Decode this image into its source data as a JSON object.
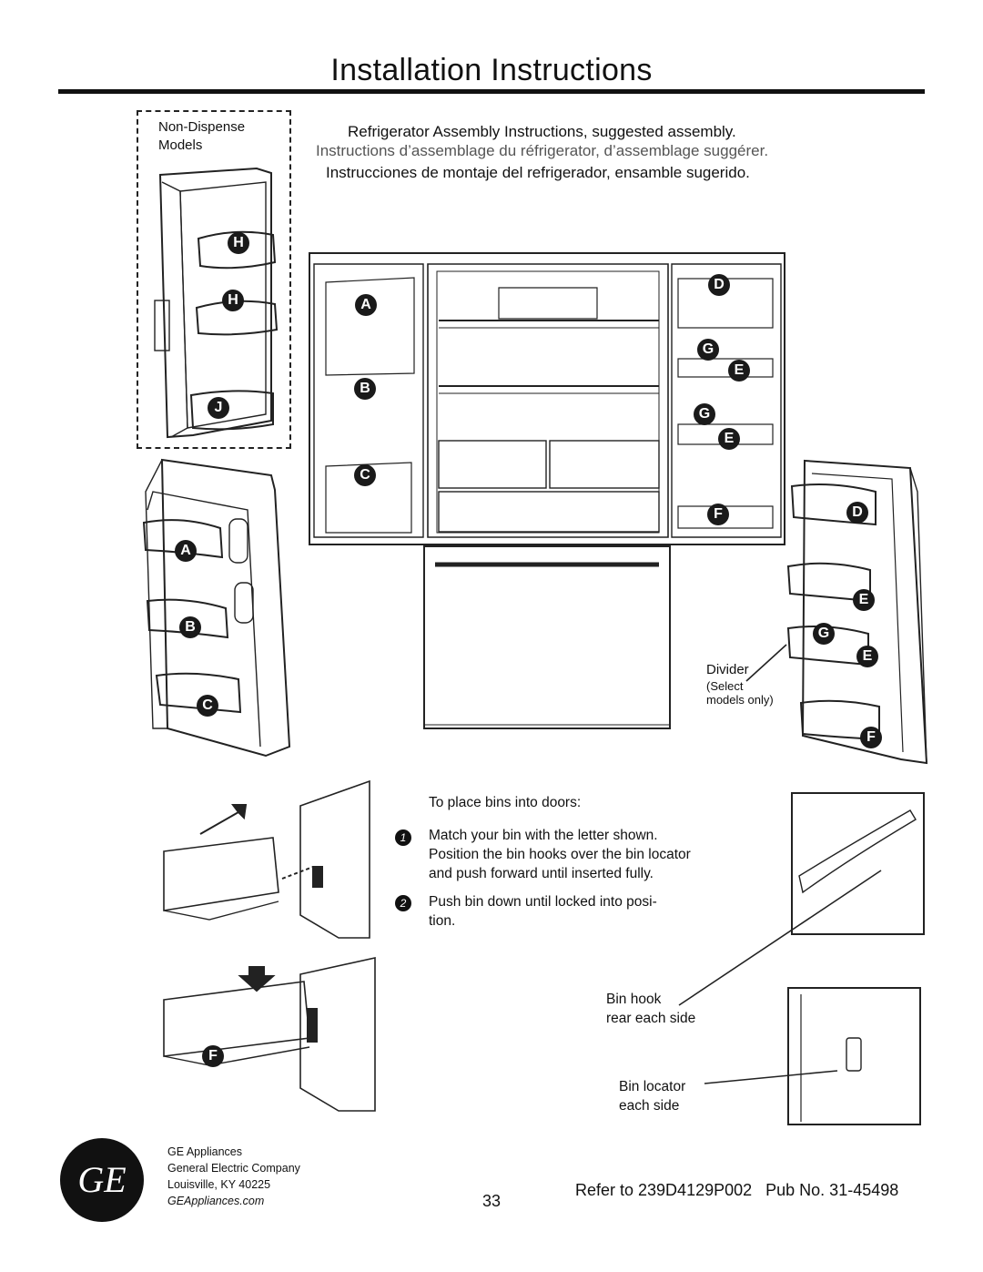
{
  "title": "Installation Instructions",
  "nondispense": {
    "line1": "Non-Dispense",
    "line2": "Models"
  },
  "assembly": {
    "en": "Refrigerator Assembly Instructions, suggested assembly.",
    "fr": "Instructions d’assemblage du réfrigerator, d’assemblage suggérer.",
    "es": "Instrucciones de montaje del refrigerador, ensamble sugerido."
  },
  "letters": {
    "a": "A",
    "b": "B",
    "c": "C",
    "d": "D",
    "e": "E",
    "f": "F",
    "g": "G",
    "h": "H",
    "j": "J"
  },
  "divider": {
    "label": "Divider",
    "note1": "(Select",
    "note2": "models only)"
  },
  "bins": {
    "heading": "To place bins into doors:",
    "step1_num": "1",
    "step1_lines": [
      "Match your bin with the letter shown.",
      "Position the bin hooks over the bin locator",
      "and push forward until inserted fully."
    ],
    "step2_num": "2",
    "step2_lines": [
      "Push bin down until locked into posi-",
      "tion."
    ]
  },
  "callouts": {
    "hook1": "Bin hook",
    "hook2": "rear each side",
    "locator1": "Bin locator",
    "locator2": "each side"
  },
  "footer": {
    "company1": "GE Appliances",
    "company2": "General Electric Company",
    "company3": "Louisville, KY 40225",
    "website": "GEAppliances.com",
    "page": "33",
    "reference": "Refer to 239D4129P002   Pub No. 31-45498"
  },
  "logo_text": "GE"
}
